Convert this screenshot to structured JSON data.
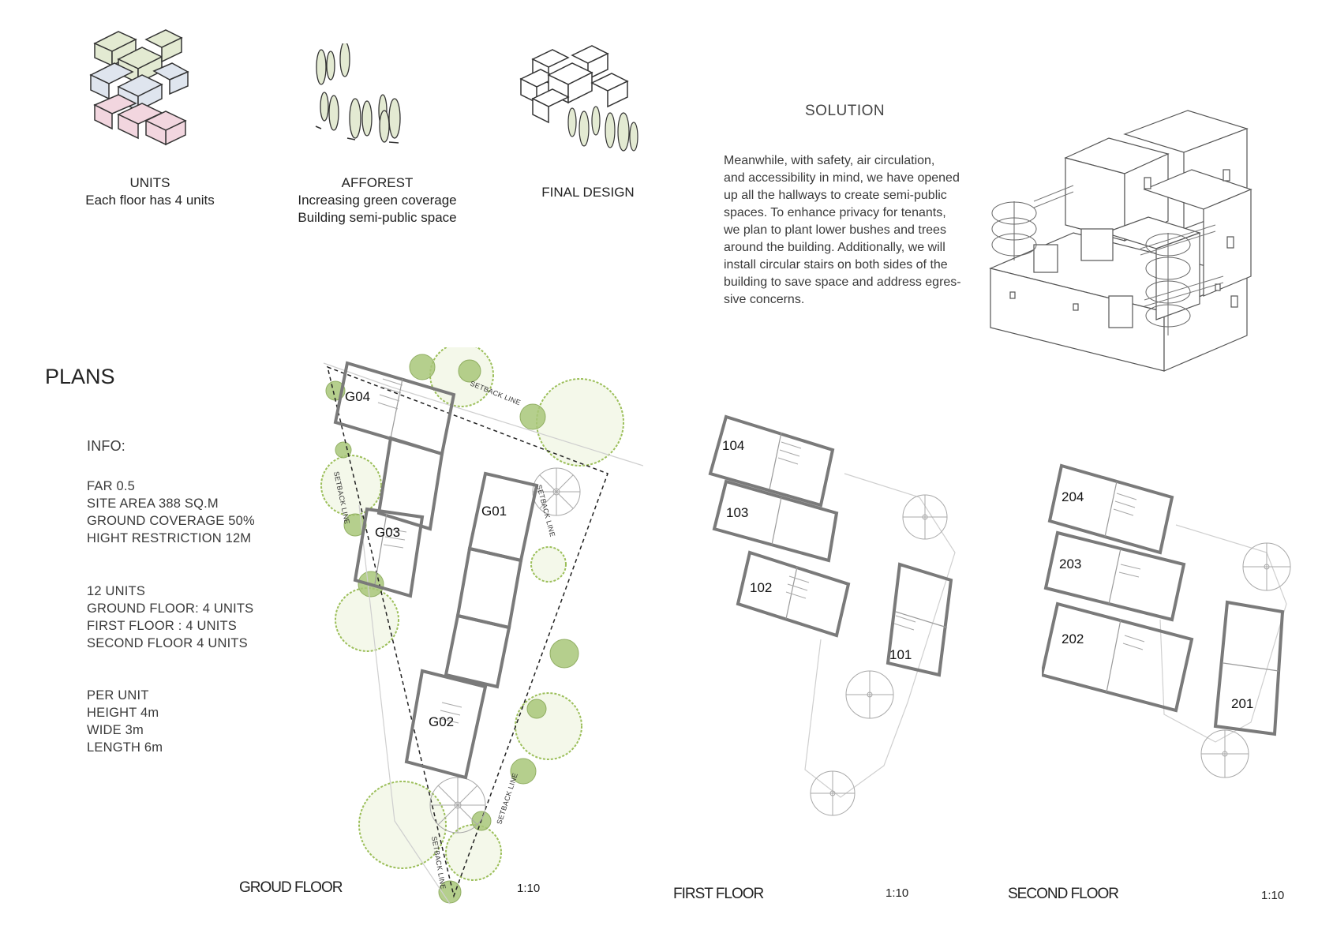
{
  "concepts": {
    "units": {
      "title": "UNITS",
      "subtitle": "Each floor has 4 units"
    },
    "afforest": {
      "title": "AFFOREST",
      "line1": "Increasing green coverage",
      "line2": "Building semi-public space"
    },
    "final": {
      "title": "FINAL DESIGN"
    }
  },
  "solution": {
    "title": "SOLUTION",
    "lines": [
      "Meanwhile, with safety, air circulation,",
      "and accessibility in mind, we have opened",
      "up all the hallways to create semi-public",
      "spaces. To enhance privacy for tenants,",
      "we plan to plant lower bushes and trees",
      "around the building. Additionally, we will",
      "install circular stairs on both sides of the",
      "building to save space and address egres-",
      "sive concerns."
    ]
  },
  "plans": {
    "title": "PLANS",
    "info_title": "INFO:",
    "group1": [
      "FAR 0.5",
      "SITE AREA 388 SQ.M",
      "GROUND COVERAGE 50%",
      "HIGHT RESTRICTION 12M"
    ],
    "group2": [
      "12 UNITS",
      "GROUND FLOOR: 4 UNITS",
      "FIRST FLOOR : 4 UNITS",
      "SECOND FLOOR 4 UNITS"
    ],
    "group3": [
      "PER UNIT",
      "HEIGHT 4m",
      "WIDE 3m",
      "LENGTH 6m"
    ]
  },
  "floors": {
    "ground": {
      "title": "GROUD FLOOR",
      "scale": "1:10",
      "units": [
        "G04",
        "G03",
        "G01",
        "G02"
      ],
      "setback": "SETBACK LINE"
    },
    "first": {
      "title": "FIRST FLOOR",
      "scale": "1:10",
      "units": [
        "104",
        "103",
        "102",
        "101"
      ]
    },
    "second": {
      "title": "SECOND FLOOR",
      "scale": "1:10",
      "units": [
        "204",
        "203",
        "202",
        "201"
      ]
    }
  }
}
